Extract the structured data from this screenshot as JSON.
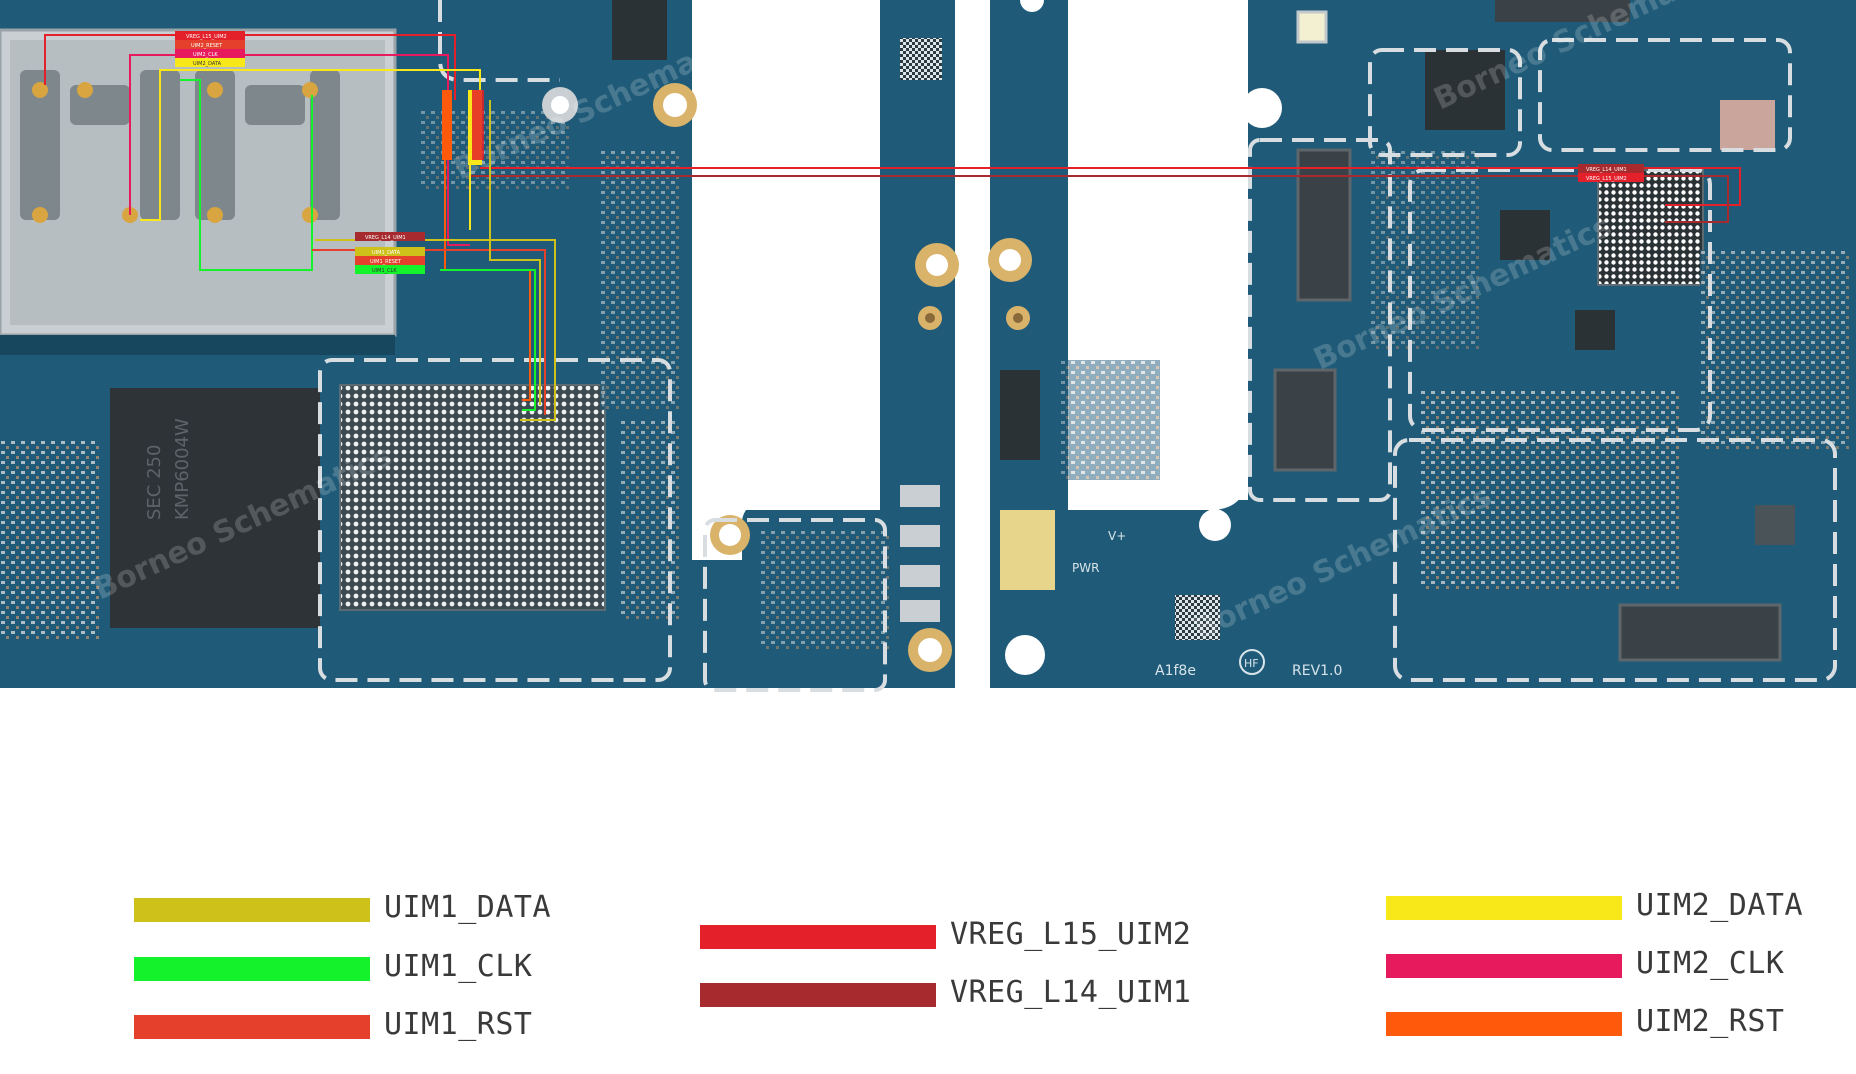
{
  "board": {
    "silkscreen": {
      "pwr": "PWR",
      "vplus": "V+",
      "model": "A1f8e",
      "hf": "HF",
      "rev": "REV1.0"
    },
    "watermark": "Borneo Schematics",
    "pad_labels": {
      "top": [
        "VREG_L15_UIM2",
        "UIM2_RESET",
        "UIM2_CLK",
        "UIM2_DATA"
      ],
      "mid": [
        "VREG_L14_UIM1",
        "UIM1_DATA",
        "UIM1_RESET",
        "UIM1_CLK"
      ],
      "right": [
        "VREG_L14_UIM1",
        "VREG_L15_UIM2"
      ]
    },
    "colors": {
      "board": "#1f5b78",
      "board_dark": "#17465f",
      "shield": "#d7dde0"
    }
  },
  "legend": [
    {
      "label": "UIM1_DATA",
      "color": "#cdc11a"
    },
    {
      "label": "UIM1_CLK",
      "color": "#13f22a"
    },
    {
      "label": "UIM1_RST",
      "color": "#e5402c"
    },
    {
      "label": "VREG_L15_UIM2",
      "color": "#e4202a"
    },
    {
      "label": "VREG_L14_UIM1",
      "color": "#a62a2e"
    },
    {
      "label": "UIM2_DATA",
      "color": "#f8e81a"
    },
    {
      "label": "UIM2_CLK",
      "color": "#e81a5e"
    },
    {
      "label": "UIM2_RST",
      "color": "#ff5a0c"
    }
  ]
}
